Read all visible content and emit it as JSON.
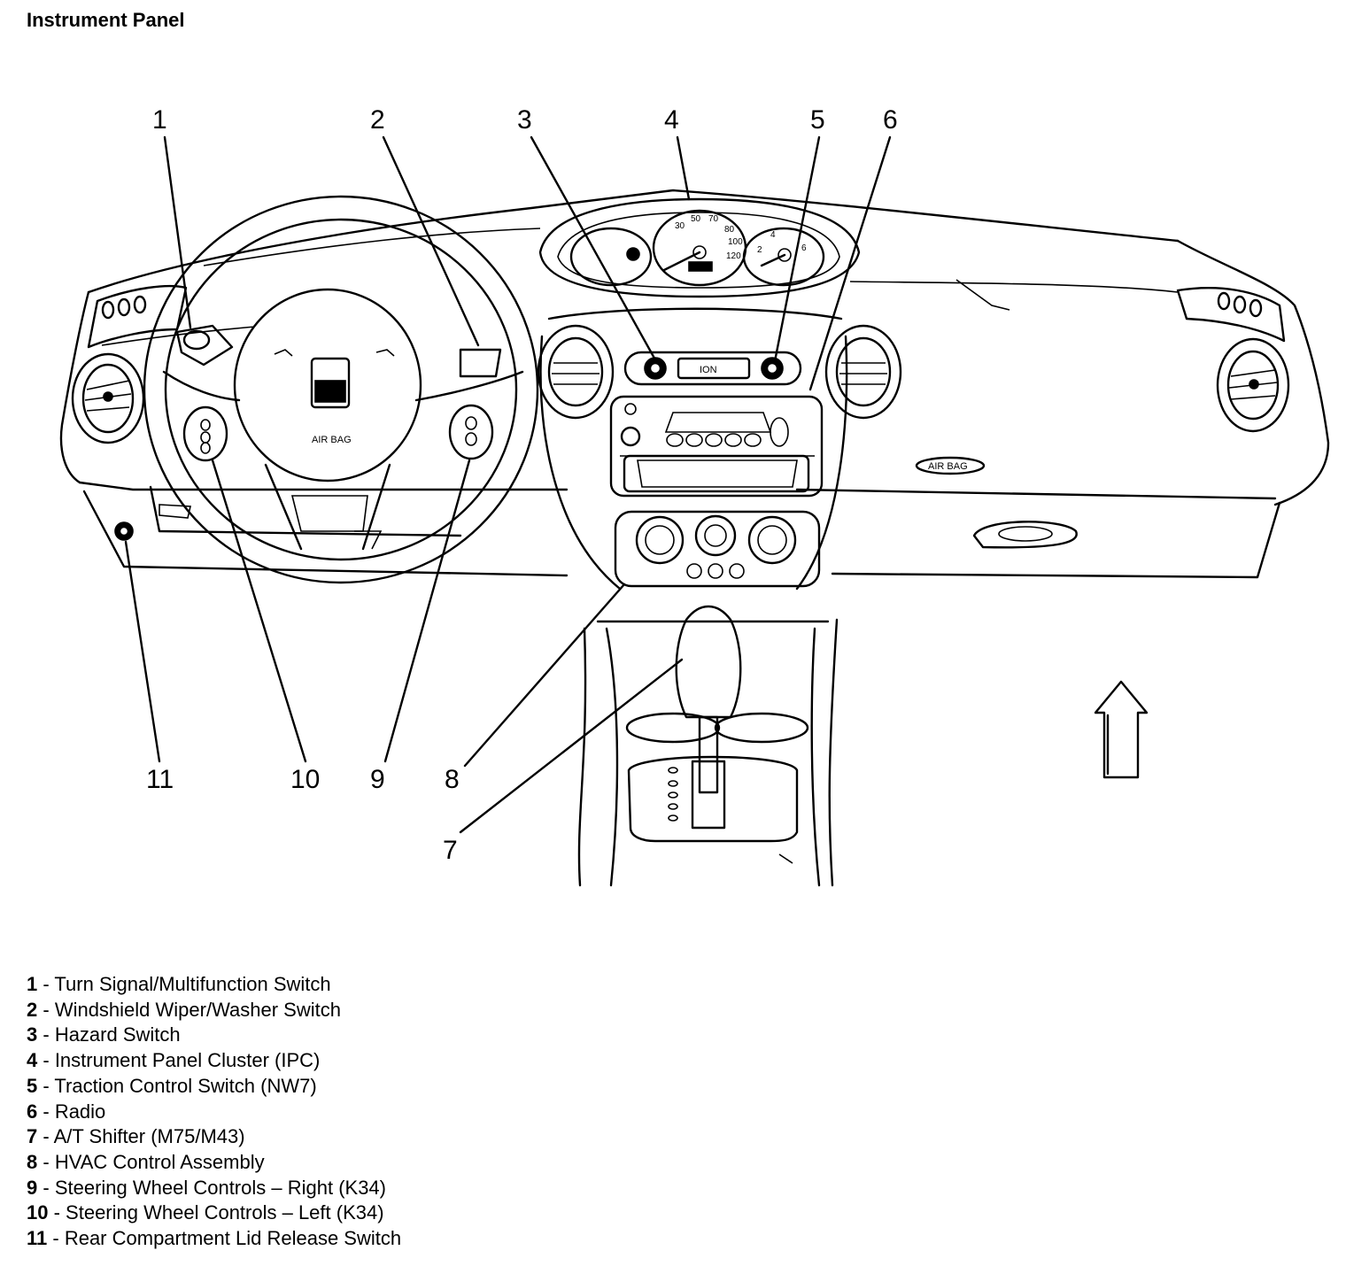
{
  "title": "Instrument Panel",
  "diagram_text": {
    "steering_airbag": "AIR BAG",
    "passenger_airbag": "AIR BAG",
    "badge": "ION"
  },
  "callouts": [
    "1",
    "2",
    "3",
    "4",
    "5",
    "6",
    "7",
    "8",
    "9",
    "10",
    "11"
  ],
  "legend": [
    {
      "num": "1",
      "text": "Turn Signal/Multifunction Switch"
    },
    {
      "num": "2",
      "text": "Windshield Wiper/Washer Switch"
    },
    {
      "num": "3",
      "text": "Hazard Switch"
    },
    {
      "num": "4",
      "text": "Instrument Panel Cluster (IPC)"
    },
    {
      "num": "5",
      "text": "Traction Control Switch (NW7)"
    },
    {
      "num": "6",
      "text": "Radio"
    },
    {
      "num": "7",
      "text": "A/T Shifter (M75/M43)"
    },
    {
      "num": "8",
      "text": "HVAC Control Assembly"
    },
    {
      "num": "9",
      "text": "Steering Wheel Controls – Right (K34)"
    },
    {
      "num": "10",
      "text": "Steering Wheel Controls – Left (K34)"
    },
    {
      "num": "11",
      "text": "Rear Compartment Lid Release Switch"
    }
  ]
}
